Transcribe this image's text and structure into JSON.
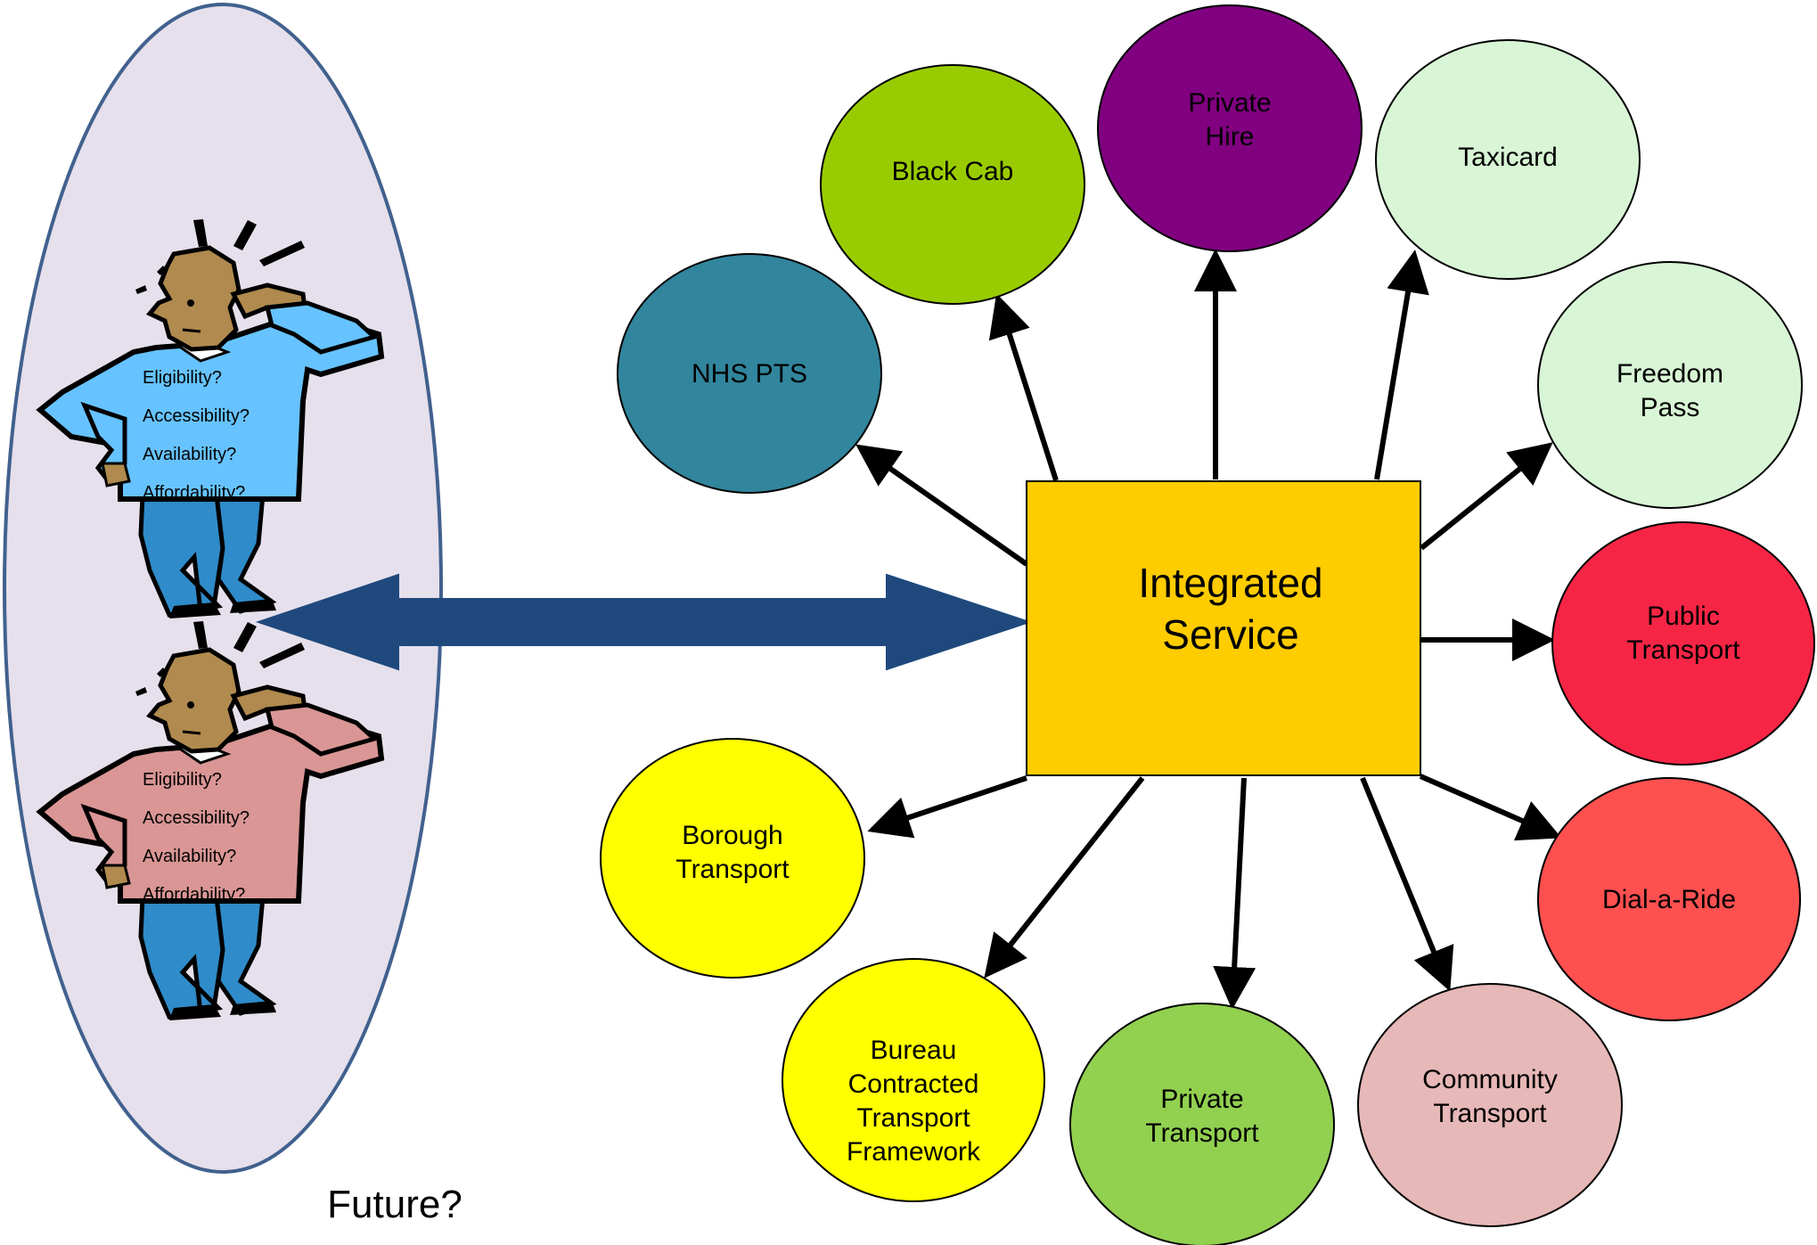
{
  "center": {
    "lines": [
      "Integrated",
      "Service"
    ],
    "color": "#FFCC00"
  },
  "services": [
    {
      "id": "nhs-pts",
      "lines": [
        "NHS PTS"
      ],
      "color": "#31859C",
      "text_color": "#000000"
    },
    {
      "id": "black-cab",
      "lines": [
        "Black Cab"
      ],
      "color": "#99CC00",
      "text_color": "#000000"
    },
    {
      "id": "private-hire",
      "lines": [
        "Private",
        "Hire"
      ],
      "color": "#800080",
      "text_color": "#D9B3D9"
    },
    {
      "id": "taxicard",
      "lines": [
        "Taxicard"
      ],
      "color": "#D8F5D5",
      "text_color": "#000000"
    },
    {
      "id": "freedom-pass",
      "lines": [
        "Freedom",
        "Pass"
      ],
      "color": "#D8F5D5",
      "text_color": "#000000"
    },
    {
      "id": "public-transport",
      "lines": [
        "Public",
        "Transport"
      ],
      "color": "#F72545",
      "text_color": "#000000"
    },
    {
      "id": "dial-a-ride",
      "lines": [
        "Dial-a-Ride"
      ],
      "color": "#FF5050",
      "text_color": "#000000"
    },
    {
      "id": "community-transport",
      "lines": [
        "Community",
        "Transport"
      ],
      "color": "#E6B8B7",
      "text_color": "#000000"
    },
    {
      "id": "private-transport",
      "lines": [
        "Private",
        "Transport"
      ],
      "color": "#92D050",
      "text_color": "#000000"
    },
    {
      "id": "bureau-contracted",
      "lines": [
        "Bureau",
        "Contracted",
        "Transport",
        "Framework"
      ],
      "color": "#FFFF00",
      "text_color": "#000000"
    },
    {
      "id": "borough-transport",
      "lines": [
        "Borough",
        "Transport"
      ],
      "color": "#FFFF00",
      "text_color": "#000000"
    }
  ],
  "people": [
    {
      "id": "person-blue",
      "shirt_color": "#66C3FF",
      "questions": [
        "Eligibility?",
        "Accessibility?",
        "Availability?",
        "Affordability?"
      ]
    },
    {
      "id": "person-pink",
      "shirt_color": "#D99694",
      "questions": [
        "Eligibility?",
        "Accessibility?",
        "Availability?",
        "Affordability?"
      ]
    }
  ],
  "future_label": "Future?",
  "colors": {
    "ellipse_fill": "#E6E0EC",
    "ellipse_stroke": "#41618E",
    "double_arrow": "#1F497D",
    "arrow": "#000000"
  }
}
